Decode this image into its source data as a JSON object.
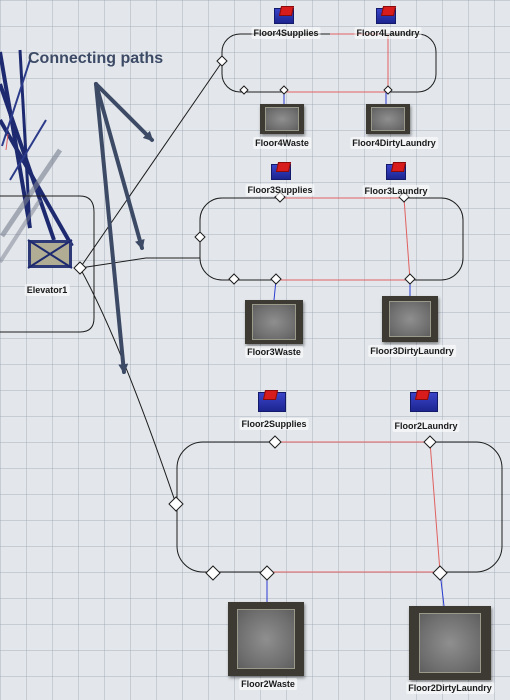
{
  "annotation": {
    "callout": "Connecting paths"
  },
  "objects": {
    "elevator": "Elevator1",
    "floor4": {
      "supplies": "Floor4Supplies",
      "laundry": "Floor4Laundry",
      "waste": "Floor4Waste",
      "dirty_laundry": "Floor4DirtyLaundry"
    },
    "floor3": {
      "supplies": "Floor3Supplies",
      "laundry": "Floor3Laundry",
      "waste": "Floor3Waste",
      "dirty_laundry": "Floor3DirtyLaundry"
    },
    "floor2": {
      "supplies": "Floor2Supplies",
      "laundry": "Floor2Laundry",
      "waste": "Floor2Waste",
      "dirty_laundry": "Floor2DirtyLaundry"
    }
  },
  "colors": {
    "path": "#1c1c1c",
    "connector": "#e06060",
    "link": "#2a3ad0",
    "elevator_frame": "#1e2a70",
    "arrow": "#3c4a66"
  }
}
